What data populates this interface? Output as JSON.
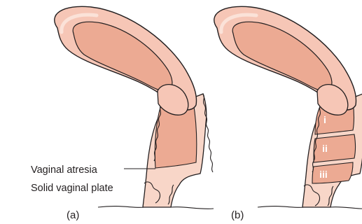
{
  "panels": [
    {
      "label": "(a)"
    },
    {
      "label": "(b)"
    }
  ],
  "annotations": {
    "vaginal_atresia": "Vaginal atresia",
    "solid_vaginal_plate": "Solid vaginal plate"
  },
  "segments": [
    "i",
    "ii",
    "iii"
  ],
  "colors": {
    "outline": "#231f20",
    "uterus_wall": "#f6c6b6",
    "cavity": "#ecaa93",
    "highlight": "#fbe2d8",
    "tissue": "#f3c2b2"
  }
}
